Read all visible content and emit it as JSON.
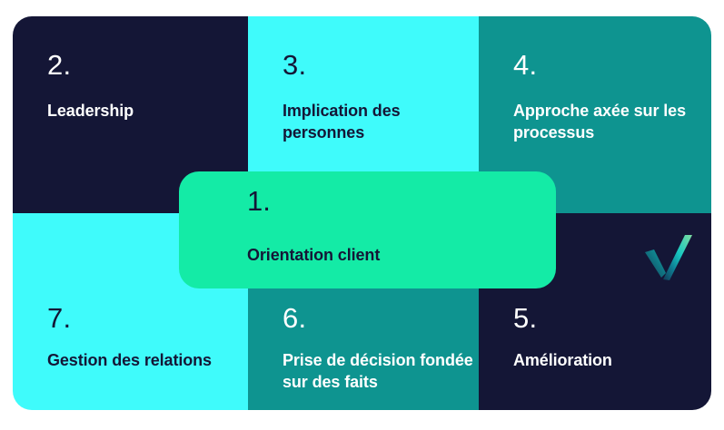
{
  "colors": {
    "navy": "#141636",
    "cyan": "#3FFBFB",
    "teal": "#0E9490",
    "green": "#14EBA6",
    "white": "#FFFFFF",
    "check_gradient_start": "#12505E",
    "check_gradient_mid": "#0FA9A6",
    "check_gradient_end": "#6FD69F"
  },
  "center": {
    "number": "1.",
    "label": "Orientation client"
  },
  "cells": [
    {
      "number": "2.",
      "label": "Leadership",
      "theme": "navy"
    },
    {
      "number": "3.",
      "label": "Implication des personnes",
      "theme": "cyan"
    },
    {
      "number": "4.",
      "label": "Approche axée sur les processus",
      "theme": "teal"
    },
    {
      "number": "7.",
      "label": "Gestion des relations",
      "theme": "cyan"
    },
    {
      "number": "6.",
      "label": "Prise de décision fondée sur des faits",
      "theme": "teal"
    },
    {
      "number": "5.",
      "label": "Amélioration",
      "theme": "navy"
    }
  ],
  "logo": {
    "icon": "checkmark-icon"
  }
}
